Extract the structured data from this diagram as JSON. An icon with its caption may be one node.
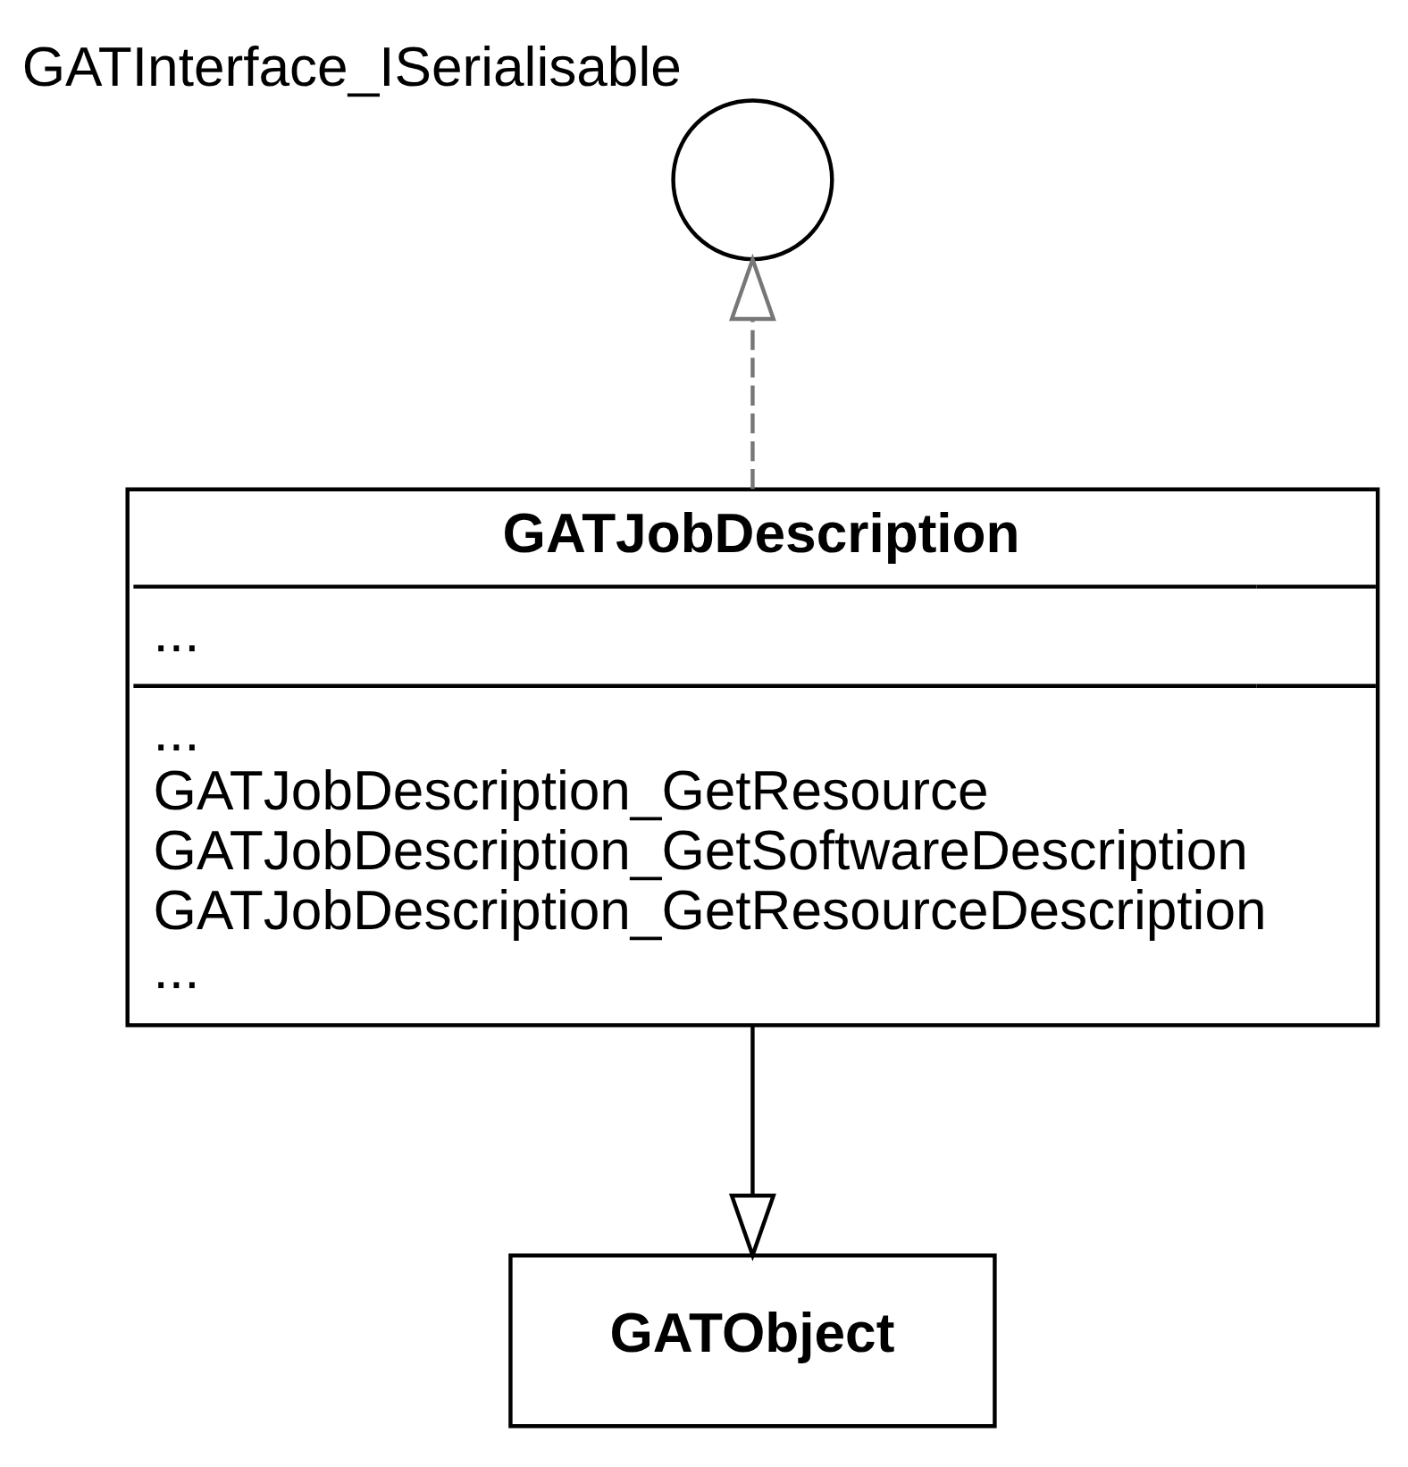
{
  "diagram": {
    "nodes": [
      {
        "text": [
          "GATInterface_ISerialisable"
        ]
      },
      {
        "text": [
          "GATJobDescription",
          "...",
          "...",
          "GATJobDescription_GetResource",
          "GATJobDescription_GetSoftwareDescription",
          "GATJobDescription_GetResourceDescription",
          "..."
        ]
      },
      {
        "text": [
          "GATObject"
        ]
      }
    ],
    "edges": [
      {
        "from": 1,
        "to": 0,
        "arrow": "to",
        "style": "dashed",
        "color": "#777777"
      },
      {
        "from": 1,
        "to": 2,
        "arrow": "to",
        "color": "#000000"
      }
    ]
  }
}
